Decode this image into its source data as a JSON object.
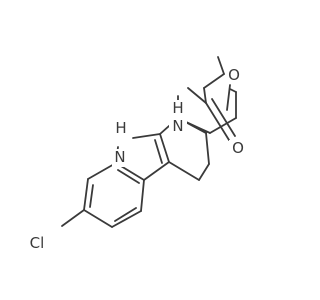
{
  "molecule": {
    "atoms": {
      "nh": "H",
      "n_ring": "N",
      "n_amide": "N",
      "h_amide": "H",
      "o_ether": "O",
      "o_carbonyl": "O",
      "cl": "Cl"
    }
  }
}
